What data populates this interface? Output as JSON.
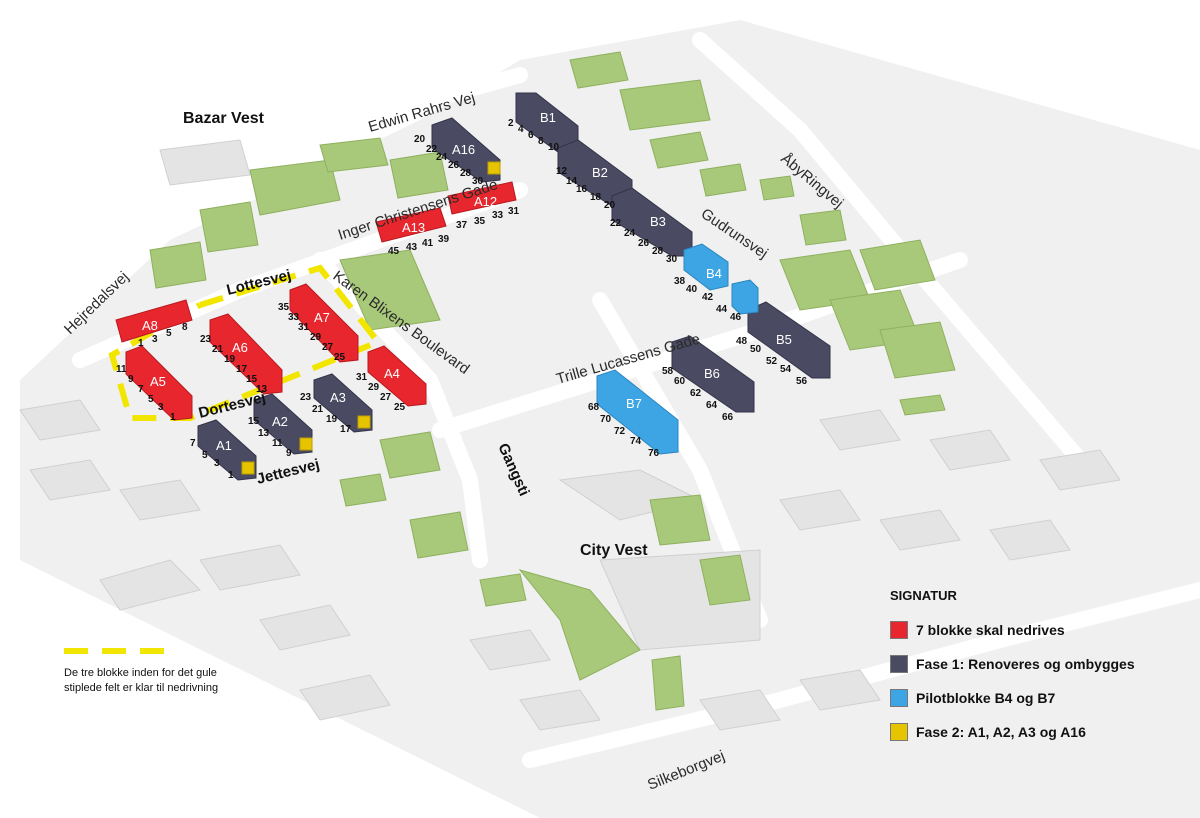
{
  "places": {
    "bazar_vest": "Bazar Vest",
    "city_vest": "City Vest"
  },
  "streets": {
    "edwin_rahrs_vej": "Edwin Rahrs Vej",
    "inger_christensens_gade": "Inger Christensens Gade",
    "lottesvej": "Lottesvej",
    "karen_blixens_boulevard": "Karen Blixens Boulevard",
    "hejredalsvej": "Hejredalsvej",
    "dortesvej": "Dortesvej",
    "jettesvej": "Jettesvej",
    "gangsti": "Gangsti",
    "trille_lucassens_gade": "Trille Lucassens Gade",
    "gudrunsvej": "Gudrunsvej",
    "abyringvej": "ÅbyRingvej",
    "silkeborgvej": "Silkeborgvej"
  },
  "blocks": {
    "A1": "A1",
    "A2": "A2",
    "A3": "A3",
    "A4": "A4",
    "A5": "A5",
    "A6": "A6",
    "A7": "A7",
    "A8": "A8",
    "A12": "A12",
    "A13": "A13",
    "A16": "A16",
    "B1": "B1",
    "B2": "B2",
    "B3": "B3",
    "B4": "B4",
    "B5": "B5",
    "B6": "B6",
    "B7": "B7"
  },
  "house_numbers": {
    "n2": "2",
    "n4": "4",
    "n6": "6",
    "n8": "8",
    "n10": "10",
    "n12": "12",
    "n14": "14",
    "n16": "16",
    "n18": "18",
    "n20": "20",
    "n22": "22",
    "n24": "24",
    "n26": "26",
    "n28": "28",
    "n30": "30",
    "n38": "38",
    "n40": "40",
    "n42": "42",
    "n44": "44",
    "n46": "46",
    "n48": "48",
    "n50": "50",
    "n52": "52",
    "n54": "54",
    "n56": "56",
    "n58": "58",
    "n60": "60",
    "n62": "62",
    "n64": "64",
    "n66": "66",
    "n68": "68",
    "n70": "70",
    "n72": "72",
    "n74": "74",
    "n76": "76",
    "a16_20": "20",
    "a16_22": "22",
    "a16_24": "24",
    "a16_26": "26",
    "a16_28": "28",
    "a16_30": "30",
    "a12_37": "37",
    "a12_35": "35",
    "a12_33": "33",
    "a12_31": "31",
    "a13_45": "45",
    "a13_43": "43",
    "a13_41": "41",
    "a13_39": "39",
    "a8_1": "1",
    "a8_3": "3",
    "a8_5": "5",
    "a8_8": "8",
    "a6_23": "23",
    "a6_21": "21",
    "a6_19": "19",
    "a6_17": "17",
    "a6_15": "15",
    "a6_13": "13",
    "a7_35": "35",
    "a7_33": "33",
    "a7_31": "31",
    "a7_29": "29",
    "a7_27": "27",
    "a7_25": "25",
    "a5_11": "11",
    "a5_9": "9",
    "a5_7": "7",
    "a5_5": "5",
    "a5_3": "3",
    "a5_1": "1",
    "a4_31": "31",
    "a4_29": "29",
    "a4_27": "27",
    "a4_25": "25",
    "a3_23": "23",
    "a3_21": "21",
    "a3_19": "19",
    "a3_17": "17",
    "a2_15": "15",
    "a2_13": "13",
    "a2_11": "11",
    "a2_9": "9",
    "a1_7": "7",
    "a1_5": "5",
    "a1_3": "3",
    "a1_1": "1"
  },
  "legend": {
    "title": "SIGNATUR",
    "items": [
      {
        "label": "7 blokke skal nedrives",
        "color": "#e8262d"
      },
      {
        "label": "Fase 1: Renoveres og ombygges",
        "color": "#4a4a62"
      },
      {
        "label": "Pilotblokke B4 og B7",
        "color": "#3da5e3"
      },
      {
        "label": "Fase 2: A1, A2, A3 og A16",
        "color": "#e6c400"
      }
    ]
  },
  "note": "De tre blokke inden for det gule stiplede felt er klar til nedrivning",
  "colors": {
    "demolish": "#e8262d",
    "renovate": "#4a4a62",
    "pilot": "#3da5e3",
    "phase2": "#e6c400",
    "dashed_outline": "#f2e600",
    "greenery": "#a9c97a",
    "neutral_building": "#e8e8e8",
    "road": "#f3f3f3"
  }
}
